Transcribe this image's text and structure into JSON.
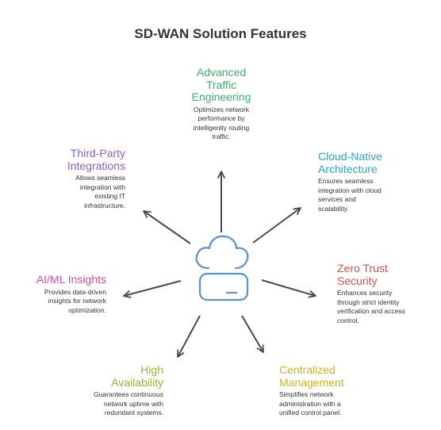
{
  "title": "SD-WAN Solution Features",
  "center_icon": "cloud-server-icon",
  "colors": {
    "arrow": "#4a4a4a",
    "icon": "#5b8fd9"
  },
  "features": {
    "traffic": {
      "title": "Advanced Traffic Engineering",
      "title_lines": [
        "Advanced",
        "Traffic",
        "Engineering"
      ],
      "desc_lines": [
        "Optimizes network",
        "performance by",
        "intelligently routing",
        "traffic."
      ],
      "color": "#3fae6b"
    },
    "cloud": {
      "title": "Cloud-Native Architecture",
      "title_lines": [
        "Cloud-Native",
        "Architecture"
      ],
      "desc_lines": [
        "Ensures seamless",
        "integration with cloud",
        "services and",
        "scalability."
      ],
      "color": "#2aa6c9"
    },
    "zerotrust": {
      "title": "Zero Trust Security",
      "title_lines": [
        "Zero Trust",
        "Security"
      ],
      "desc_lines": [
        "Enhances security",
        "through strict identity",
        "verification and access",
        "control."
      ],
      "color": "#d94f4f"
    },
    "management": {
      "title": "Centralized Management",
      "title_lines": [
        "Centralized",
        "Management"
      ],
      "desc_lines": [
        "Simplifies network",
        "administration with a",
        "unified control panel."
      ],
      "color": "#c9b81c"
    },
    "availability": {
      "title": "High Availability",
      "title_lines": [
        "High",
        "Availability"
      ],
      "desc_lines": [
        "Guarantees continuous",
        "network uptime with",
        "redundant systems."
      ],
      "color": "#9bb534"
    },
    "aiml": {
      "title": "AI/ML Insights",
      "title_lines": [
        "AI/ML Insights"
      ],
      "desc_lines": [
        "Provides data-driven",
        "insights for network",
        "optimization."
      ],
      "color": "#d94fa0"
    },
    "thirdparty": {
      "title": "Third-Party Integrations",
      "title_lines": [
        "Third-Party",
        "Integrations"
      ],
      "desc_lines": [
        "Allows seamless",
        "integration with",
        "existing IT",
        "infrastructure."
      ],
      "color": "#8a62c6"
    }
  }
}
